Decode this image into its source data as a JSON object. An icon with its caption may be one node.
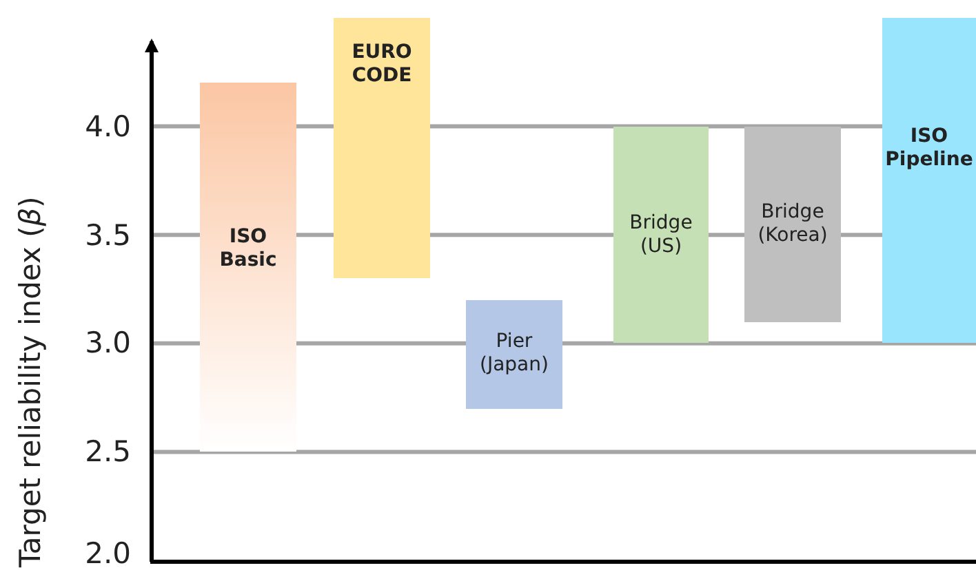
{
  "diagram": {
    "nodes": [
      {
        "text": [
          "ISO Basic"
        ]
      },
      {
        "text": [
          "EURO CODE"
        ]
      },
      {
        "text": [
          "Pier (Japan)"
        ]
      },
      {
        "text": [
          "Bridge (US)"
        ]
      },
      {
        "text": [
          "Bridge (Korea)"
        ]
      },
      {
        "text": [
          "ISO Pipeline"
        ]
      }
    ],
    "labels": [
      "Target reliability index (*β*)",
      "4.0",
      "3.5",
      "3.0",
      "2.5",
      "2.0"
    ]
  }
}
